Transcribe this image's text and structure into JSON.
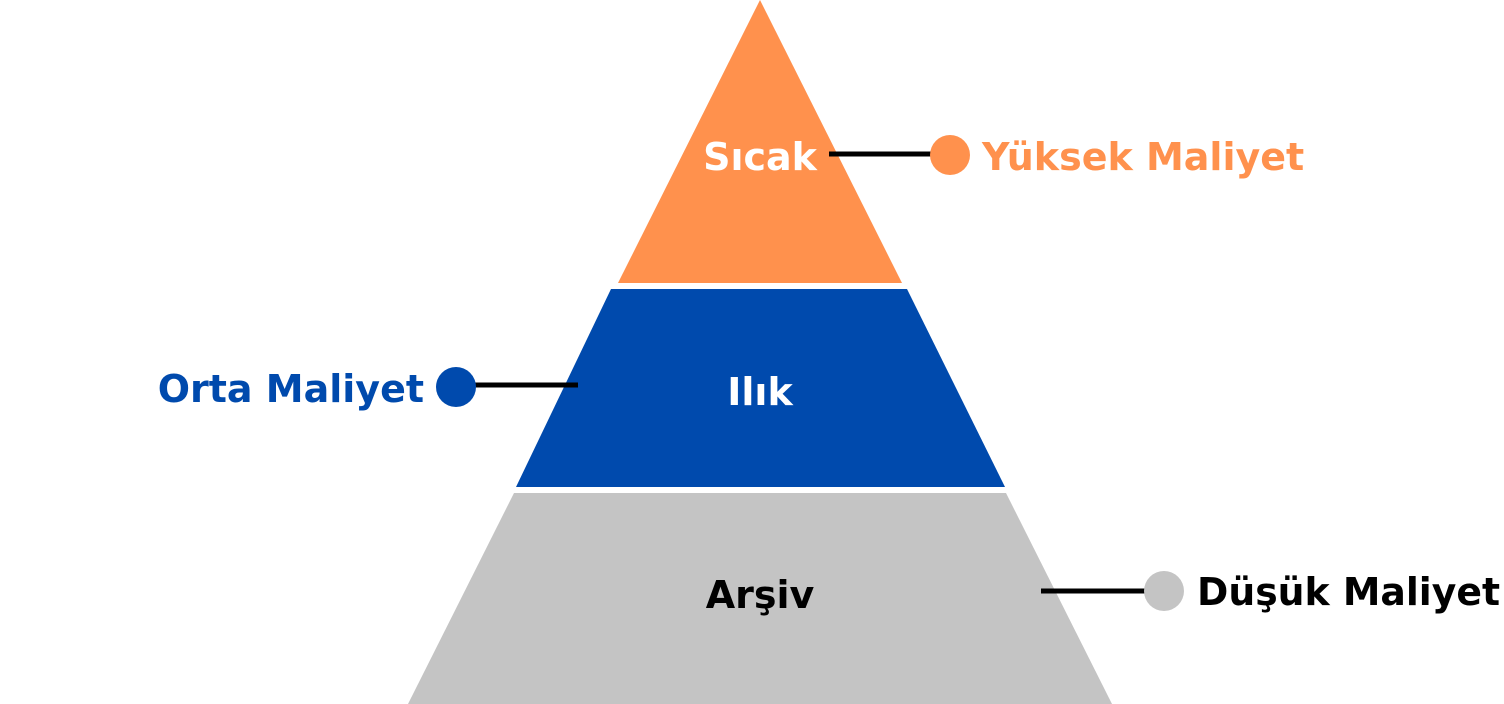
{
  "tiers": [
    {
      "id": "hot",
      "label": "Sıcak",
      "cost_label": "Yüksek Maliyet",
      "fill": "#FF914D",
      "label_color": "#FFFFFF",
      "cost_color": "#FF914D",
      "marker_color": "#FF914D"
    },
    {
      "id": "warm",
      "label": "Ilık",
      "cost_label": "Orta Maliyet",
      "fill": "#004AAD",
      "label_color": "#FFFFFF",
      "cost_color": "#004AAD",
      "marker_color": "#004AAD"
    },
    {
      "id": "archive",
      "label": "Arşiv",
      "cost_label": "Düşük Maliyet",
      "fill": "#C4C4C4",
      "label_color": "#000000",
      "cost_color": "#000000",
      "marker_color": "#C4C4C4"
    }
  ],
  "connector_color": "#000000",
  "background": "#FFFFFF"
}
